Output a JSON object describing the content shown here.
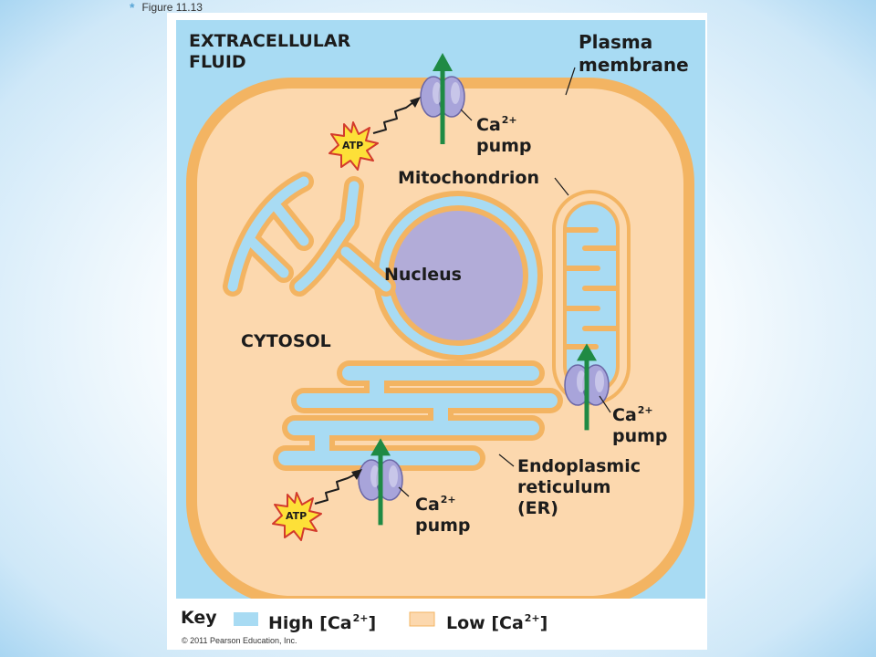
{
  "slide": {
    "bullet": "*",
    "caption": "Figure 11.13"
  },
  "labels": {
    "extracellular_line1": "EXTRACELLULAR",
    "extracellular_line2": "FLUID",
    "plasma_line1": "Plasma",
    "plasma_line2": "membrane",
    "mitochondrion": "Mitochondrion",
    "nucleus": "Nucleus",
    "cytosol": "CYTOSOL",
    "er_line1": "Endoplasmic",
    "er_line2": "reticulum",
    "er_line3": "(ER)",
    "pump_ion": "Ca",
    "pump_charge": "2+",
    "pump_word": "pump",
    "atp": "ATP"
  },
  "key": {
    "title": "Key",
    "high_label_prefix": "High [Ca",
    "high_label_suffix": "]",
    "low_label_prefix": "Low [Ca",
    "low_label_suffix": "]",
    "charge": "2+",
    "high_color": "#a8dbf3",
    "low_color": "#fcd8ae"
  },
  "colors": {
    "panel_bg": "#a8dbf3",
    "cytosol_fill": "#fcd8ae",
    "membrane_stroke": "#f3b462",
    "nucleus_fill": "#b2acd8",
    "pump_fill": "#9e9bd3",
    "arrow_green": "#1f8a44",
    "atp_fill": "#fde038"
  },
  "copyright": "© 2011 Pearson Education, Inc."
}
